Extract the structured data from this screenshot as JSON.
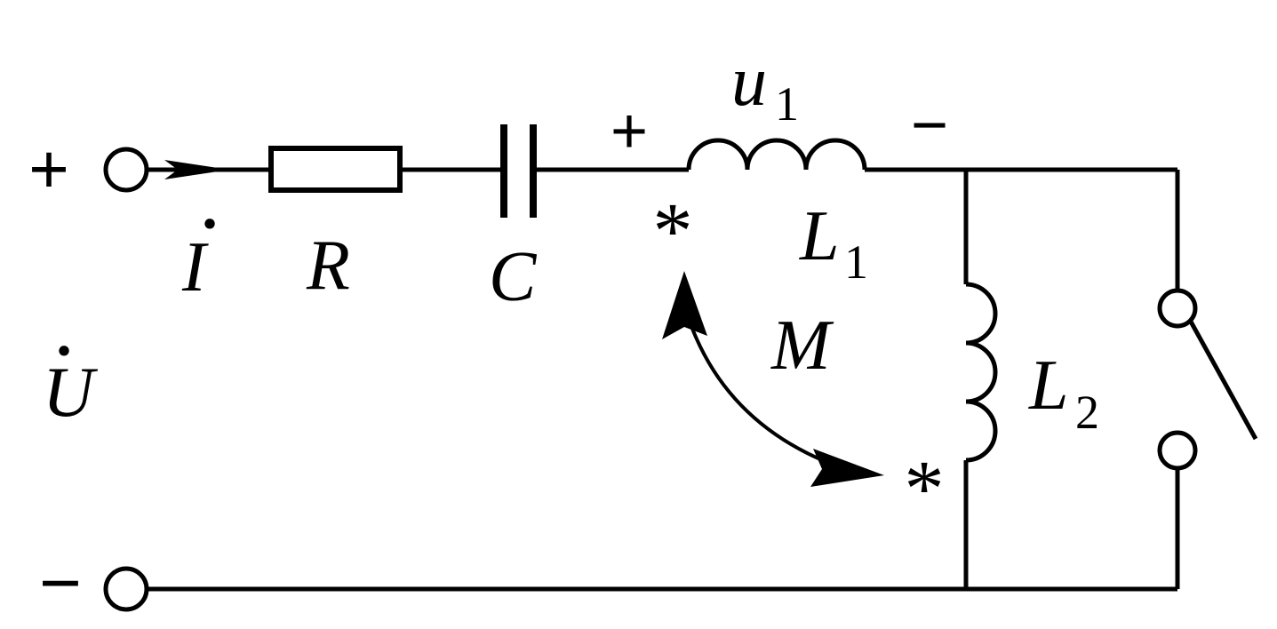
{
  "diagram": {
    "source_terminal": {
      "plus": "+",
      "minus": "−"
    },
    "source_voltage": {
      "symbol": "U",
      "dot": "·"
    },
    "current": {
      "symbol": "I",
      "dot": "·"
    },
    "resistor": {
      "label": "R"
    },
    "capacitor": {
      "label": "C"
    },
    "inductor1": {
      "label": "L",
      "subscript": "1",
      "voltage": {
        "symbol": "u",
        "subscript": "1",
        "plus": "+",
        "minus": "−"
      },
      "dot_marker": "*"
    },
    "inductor2": {
      "label": "L",
      "subscript": "2",
      "dot_marker": "*"
    },
    "mutual": {
      "label": "M"
    },
    "colors": {
      "line": "#000000",
      "background": "#ffffff"
    }
  }
}
